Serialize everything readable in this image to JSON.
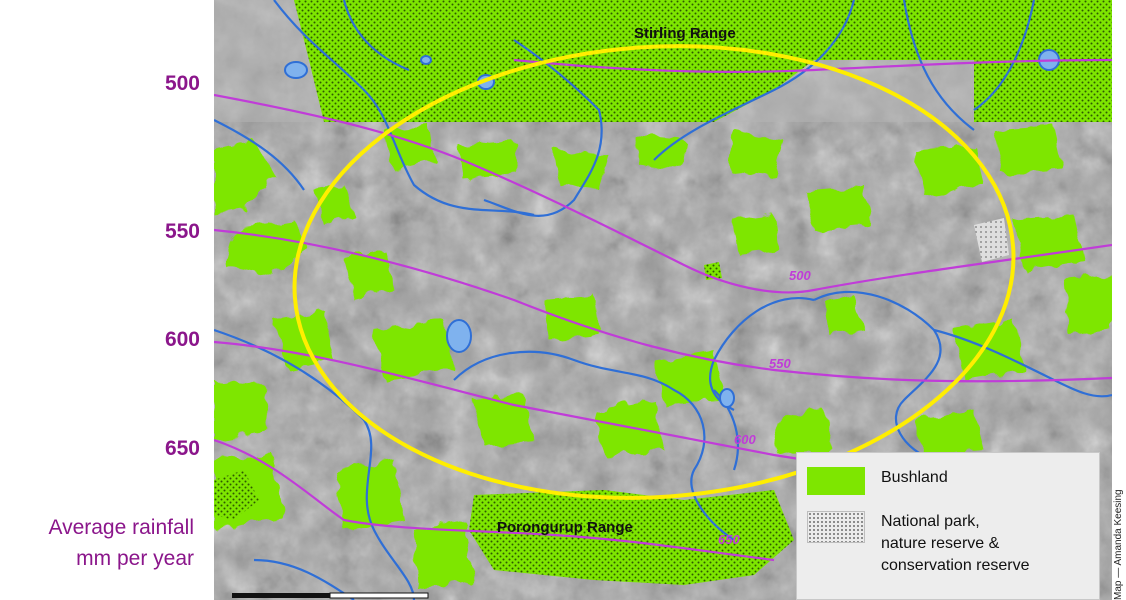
{
  "rainfall_scale": {
    "labels": [
      "500",
      "550",
      "600",
      "650"
    ],
    "caption": "Average rainfall\nmm per year",
    "color": "#8b168b"
  },
  "map": {
    "range_labels": {
      "stirling": "Stirling Range",
      "porongurup": "Porongurup Range"
    },
    "isohyet_labels": [
      "500",
      "550",
      "600",
      "650"
    ],
    "colors": {
      "bushland": "#7ee600",
      "isohyet": "#c03cd8",
      "river": "#2f6fd6",
      "study_area": "#ffee00",
      "terrain": "#9c9c9c"
    }
  },
  "legend": {
    "items": [
      {
        "icon": "bushland-swatch",
        "label": "Bushland"
      },
      {
        "icon": "national-park-swatch",
        "label": "National park,\nnature reserve &\nconservation reserve"
      }
    ]
  },
  "credit": "Map — Amanda Keesing"
}
